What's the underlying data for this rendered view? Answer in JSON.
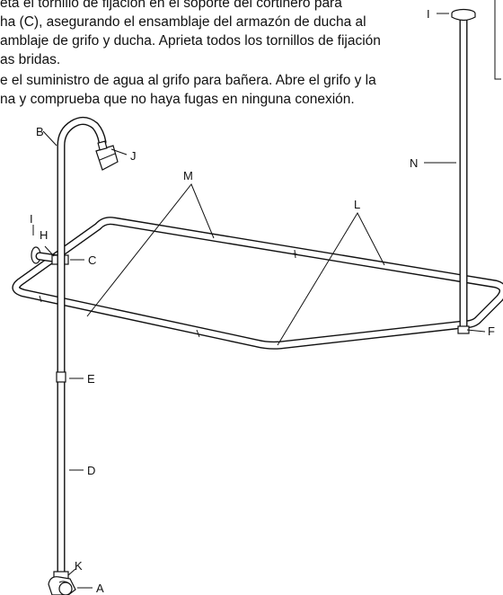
{
  "instructions": {
    "lines": [
      "eta el tornillo de fijación en el soporte del cortinero para",
      "ha (C), asegurando el ensamblaje del armazón de ducha al",
      "amblaje de grifo y ducha. Aprieta todos los tornillos de fijación",
      "as bridas.",
      "e el suministro de agua al grifo para bañera. Abre el grifo y la",
      "na y comprueba que no haya fugas en ninguna conexión."
    ]
  },
  "labels": {
    "A": "A",
    "B": "B",
    "C": "C",
    "D": "D",
    "E": "E",
    "F": "F",
    "H": "H",
    "I_left": "I",
    "I_top": "I",
    "J": "J",
    "K": "K",
    "L": "L",
    "M": "M",
    "N": "N"
  }
}
